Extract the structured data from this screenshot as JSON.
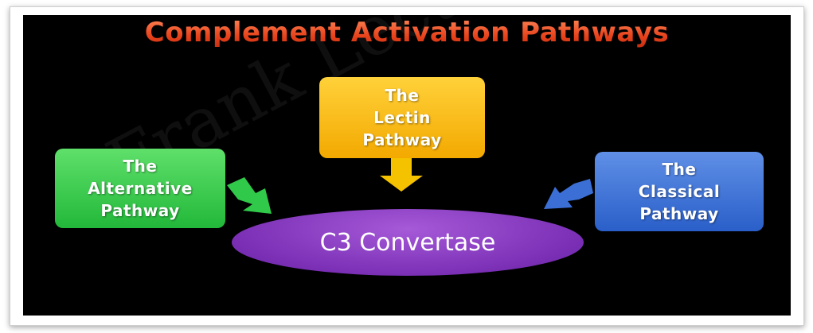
{
  "slide": {
    "title": "Complement Activation Pathways",
    "watermark": "Frank Lectures"
  },
  "boxes": {
    "lectin": {
      "line1": "The",
      "line2": "Lectin",
      "line3": "Pathway",
      "color": "#f3a900"
    },
    "alternative": {
      "line1": "The",
      "line2": "Alternative",
      "line3": "Pathway",
      "color": "#22b83a"
    },
    "classical": {
      "line1": "The",
      "line2": "Classical",
      "line3": "Pathway",
      "color": "#2a5fc9"
    }
  },
  "center": {
    "label": "C3 Convertase",
    "color": "#7a2fb5"
  },
  "arrow_colors": {
    "lectin": "#f5c200",
    "alternative": "#30c94a",
    "classical": "#3b6fd6"
  }
}
